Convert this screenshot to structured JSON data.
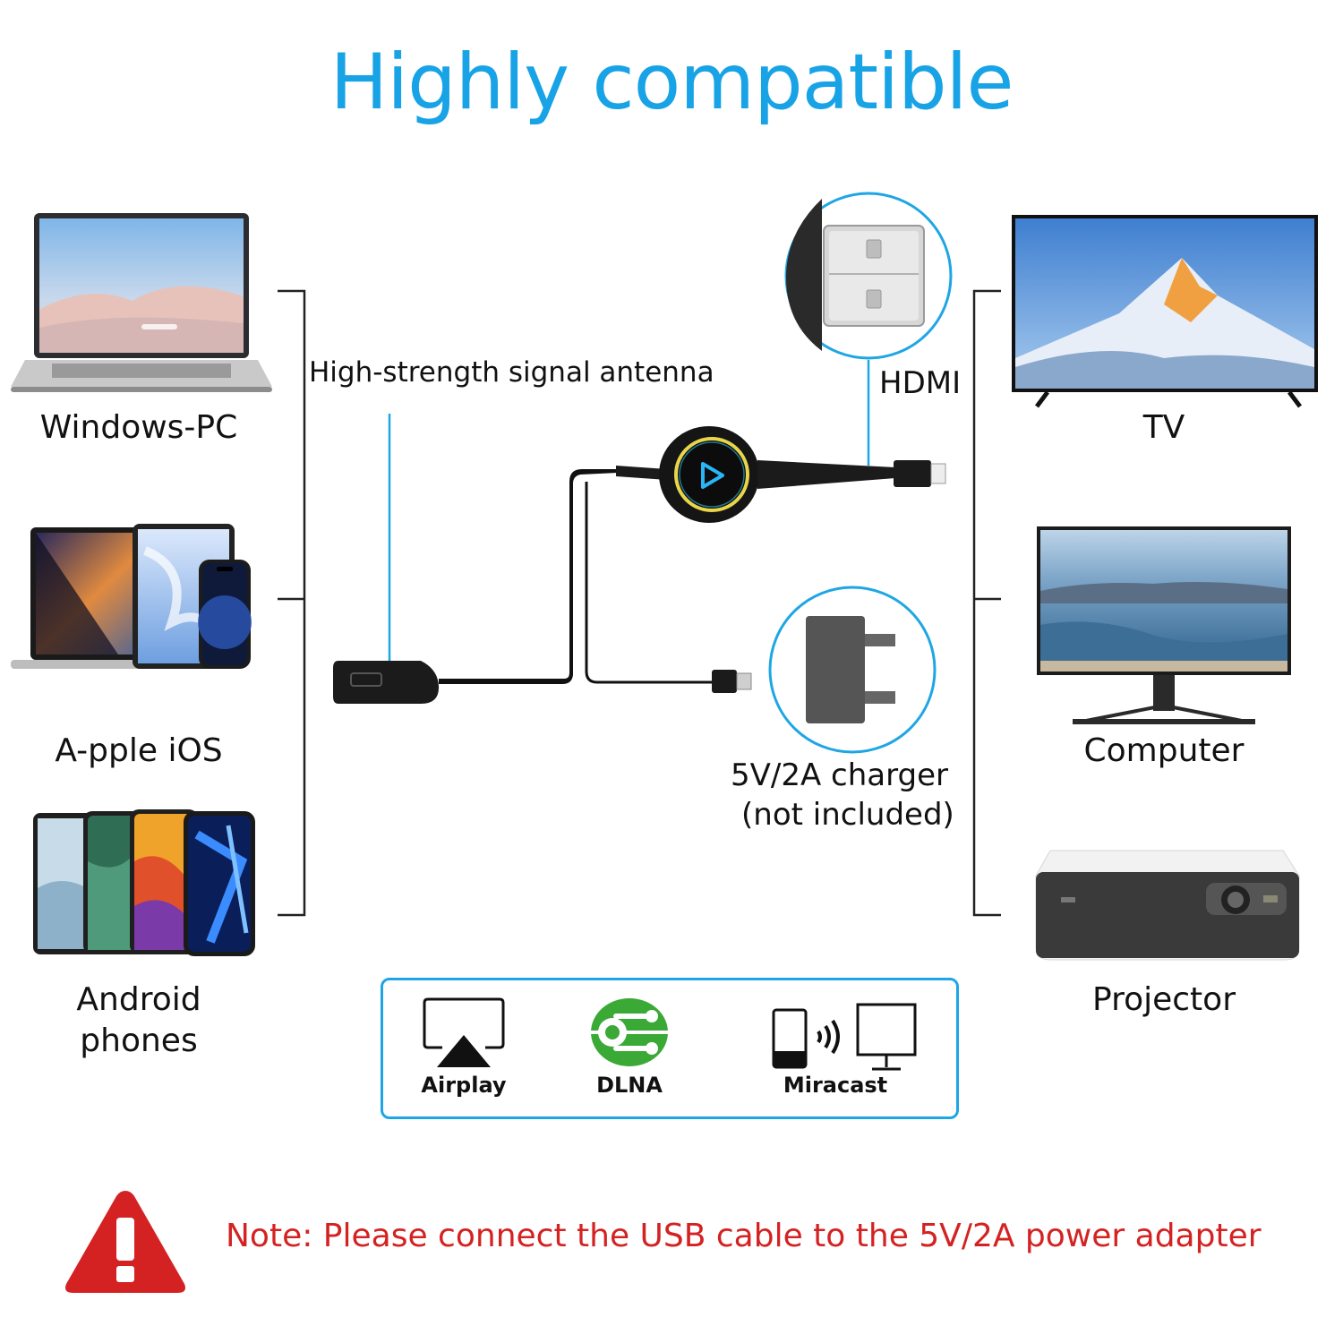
{
  "title": "Highly compatible",
  "devices_left": [
    {
      "label": "Windows-PC"
    },
    {
      "label": "A-pple iOS"
    },
    {
      "label": "Android\nphones"
    }
  ],
  "devices_right": [
    {
      "label": "TV"
    },
    {
      "label": "Computer"
    },
    {
      "label": "Projector"
    }
  ],
  "annotations": {
    "antenna": "High-strength signal antenna",
    "hdmi": "HDMI",
    "charger_line1": "5V/2A charger",
    "charger_line2": "(not included)"
  },
  "protocols": [
    {
      "label": "Airplay",
      "icon": "airplay-icon"
    },
    {
      "label": "DLNA",
      "icon": "dlna-icon"
    },
    {
      "label": "Miracast",
      "icon": "miracast-icon"
    }
  ],
  "note": "Note: Please connect the USB cable to the 5V/2A power adapter",
  "colors": {
    "accent": "#17a3e6",
    "warning": "#d42222",
    "dlna_green": "#3aa935"
  }
}
